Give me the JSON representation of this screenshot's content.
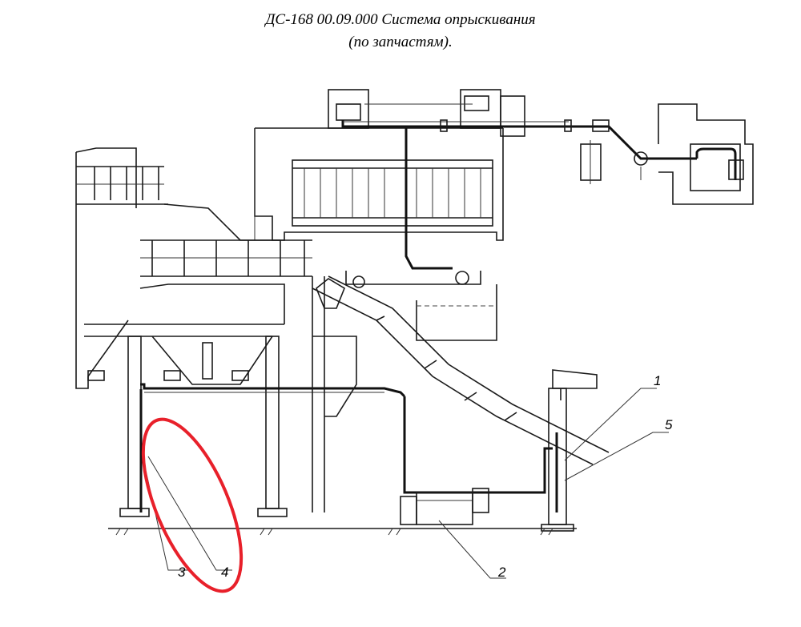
{
  "title": {
    "line1": "ДС-168 00.09.000 Система опрыскивания",
    "line2": "(по запчастям)."
  },
  "callouts": [
    "1",
    "5",
    "3",
    "4",
    "2"
  ],
  "highlight": {
    "shape": "ellipse",
    "color": "#e8202a"
  }
}
